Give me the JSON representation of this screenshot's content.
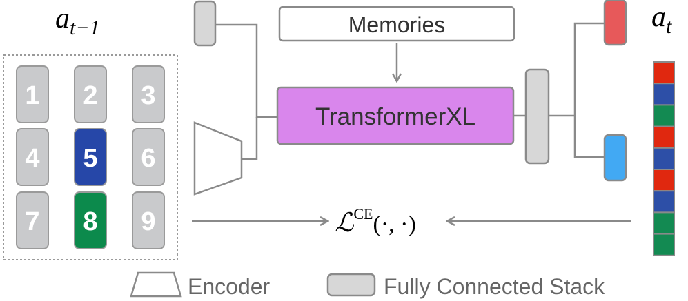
{
  "labels": {
    "prev_action": "a",
    "prev_action_sub": "t−1",
    "action": "a",
    "action_sub": "t",
    "memories": "Memories",
    "transformer": "TransformerXL",
    "loss": "ℒ",
    "loss_sup": "CE",
    "loss_args": "(·, ·)"
  },
  "grid": {
    "cells": [
      {
        "label": "1",
        "color": "#c9cacc"
      },
      {
        "label": "2",
        "color": "#c9cacc"
      },
      {
        "label": "3",
        "color": "#c9cacc"
      },
      {
        "label": "4",
        "color": "#c9cacc"
      },
      {
        "label": "5",
        "color": "#2647a8"
      },
      {
        "label": "6",
        "color": "#c9cacc"
      },
      {
        "label": "7",
        "color": "#c9cacc"
      },
      {
        "label": "8",
        "color": "#0c8a4c"
      },
      {
        "label": "9",
        "color": "#c9cacc"
      }
    ]
  },
  "sequence": [
    "#e0280f",
    "#2d4fa7",
    "#138a52",
    "#e0280f",
    "#2d4fa7",
    "#e0280f",
    "#2d4fa7",
    "#138a52",
    "#138a52"
  ],
  "colors": {
    "transformer": "#d986ec",
    "head_red": "#e7595a",
    "head_blue": "#42a9f3",
    "fc_gray": "#d7d7d7",
    "stroke": "#8a8a8a"
  },
  "legend": {
    "encoder": "Encoder",
    "fc_stack": "Fully Connected Stack"
  }
}
